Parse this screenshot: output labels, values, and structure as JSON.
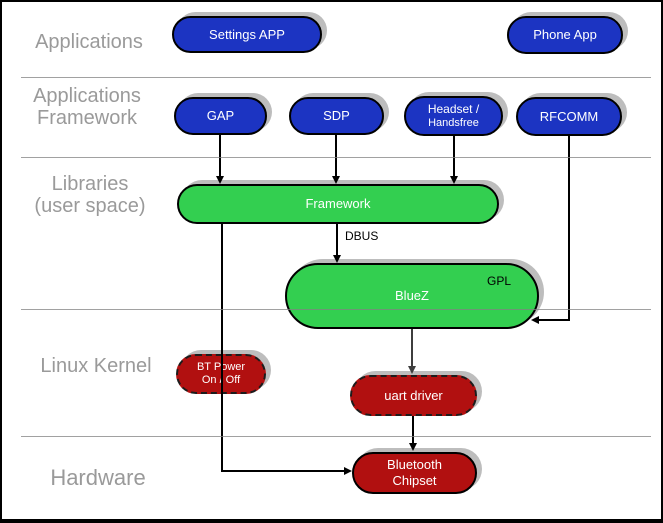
{
  "colors": {
    "node_blue": "#1c34c2",
    "node_green": "#33cf50",
    "node_red": "#b11010",
    "layer_label_gray": "#9a9a9a",
    "divider_gray": "#828282",
    "shadow_gray": "#bdbdbd"
  },
  "layers": {
    "applications": "Applications",
    "applications_framework": "Applications\nFramework",
    "libraries": "Libraries\n(user space)",
    "linux_kernel": "Linux Kernel",
    "hardware": "Hardware"
  },
  "nodes": {
    "settings_app": "Settings APP",
    "phone_app": "Phone App",
    "gap": "GAP",
    "sdp": "SDP",
    "headset_line1": "Headset /",
    "headset_line2": "Handsfree",
    "rfcomm": "RFCOMM",
    "framework": "Framework",
    "bluez": "BlueZ",
    "gpl_tag": "GPL",
    "bt_power_line1": "BT Power",
    "bt_power_line2": "On / Off",
    "uart_driver": "uart driver",
    "chipset_line1": "Bluetooth",
    "chipset_line2": "Chipset"
  },
  "connector_labels": {
    "dbus": "DBUS"
  }
}
